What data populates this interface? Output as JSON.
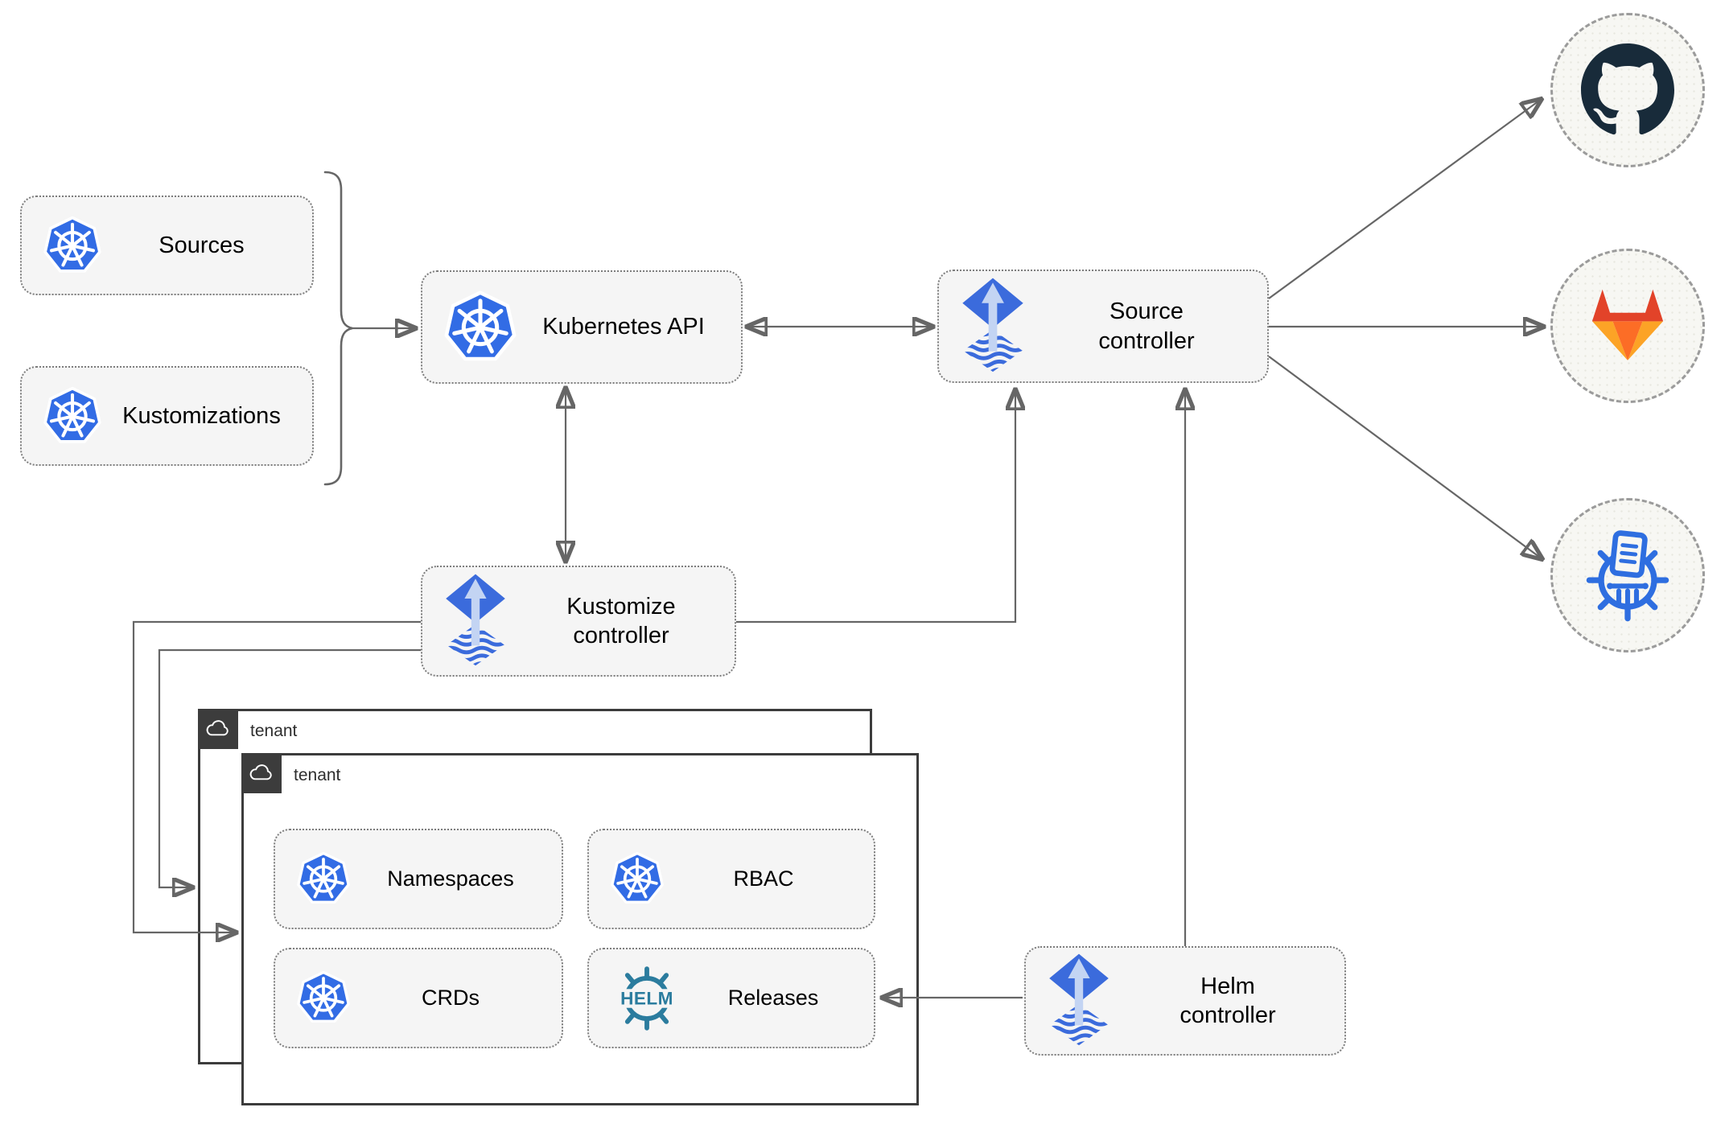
{
  "nodes": {
    "sources": {
      "label": "Sources",
      "icon": "kubernetes-icon"
    },
    "kustomizations": {
      "label": "Kustomizations",
      "icon": "kubernetes-icon"
    },
    "kubernetes_api": {
      "label": "Kubernetes API",
      "icon": "kubernetes-icon"
    },
    "source_controller": {
      "label": "Source controller",
      "icon": "flux-icon"
    },
    "kustomize_controller": {
      "label": "Kustomize controller",
      "icon": "flux-icon"
    },
    "helm_controller": {
      "label": "Helm controller",
      "icon": "flux-icon"
    },
    "namespaces": {
      "label": "Namespaces",
      "icon": "kubernetes-icon"
    },
    "rbac": {
      "label": "RBAC",
      "icon": "kubernetes-icon"
    },
    "crds": {
      "label": "CRDs",
      "icon": "kubernetes-icon"
    },
    "releases": {
      "label": "Releases",
      "icon": "helm-icon",
      "icon_text": "HELM"
    }
  },
  "tenants": {
    "back": {
      "label": "tenant",
      "icon": "cloud-icon"
    },
    "front": {
      "label": "tenant",
      "icon": "cloud-icon"
    }
  },
  "endpoints": [
    {
      "id": "github",
      "icon": "github-icon"
    },
    {
      "id": "gitlab",
      "icon": "gitlab-icon"
    },
    {
      "id": "manifests",
      "icon": "manifests-registry-icon"
    }
  ],
  "edges": [
    {
      "from": "sources / kustomizations",
      "to": "kubernetes_api",
      "type": "arrow"
    },
    {
      "from": "kubernetes_api",
      "to": "source_controller",
      "type": "double-arrow"
    },
    {
      "from": "kubernetes_api",
      "to": "kustomize_controller",
      "type": "double-arrow"
    },
    {
      "from": "kustomize_controller",
      "to": "source_controller",
      "type": "arrow"
    },
    {
      "from": "kustomize_controller",
      "to": "tenant_front",
      "type": "arrow"
    },
    {
      "from": "kustomize_controller",
      "to": "tenant_back",
      "type": "arrow"
    },
    {
      "from": "helm_controller",
      "to": "source_controller",
      "type": "arrow"
    },
    {
      "from": "helm_controller",
      "to": "releases",
      "type": "arrow"
    },
    {
      "from": "source_controller",
      "to": "github",
      "type": "arrow"
    },
    {
      "from": "source_controller",
      "to": "gitlab",
      "type": "arrow"
    },
    {
      "from": "source_controller",
      "to": "manifests",
      "type": "arrow"
    }
  ],
  "colors": {
    "kubernetes_blue": "#326CE5",
    "flux_blue": "#3B6BDC",
    "flux_arrow_light": "#C3D4F3",
    "helm_teal": "#2B7C9E",
    "github_dark": "#182B3A",
    "gitlab_red": "#E24329",
    "gitlab_orange": "#FC6D26",
    "gitlab_amber": "#FCA326",
    "connector_gray": "#666666",
    "node_fill": "#F5F5F5",
    "node_border": "#7D7D7D",
    "tenant_border": "#3C3C3C"
  }
}
